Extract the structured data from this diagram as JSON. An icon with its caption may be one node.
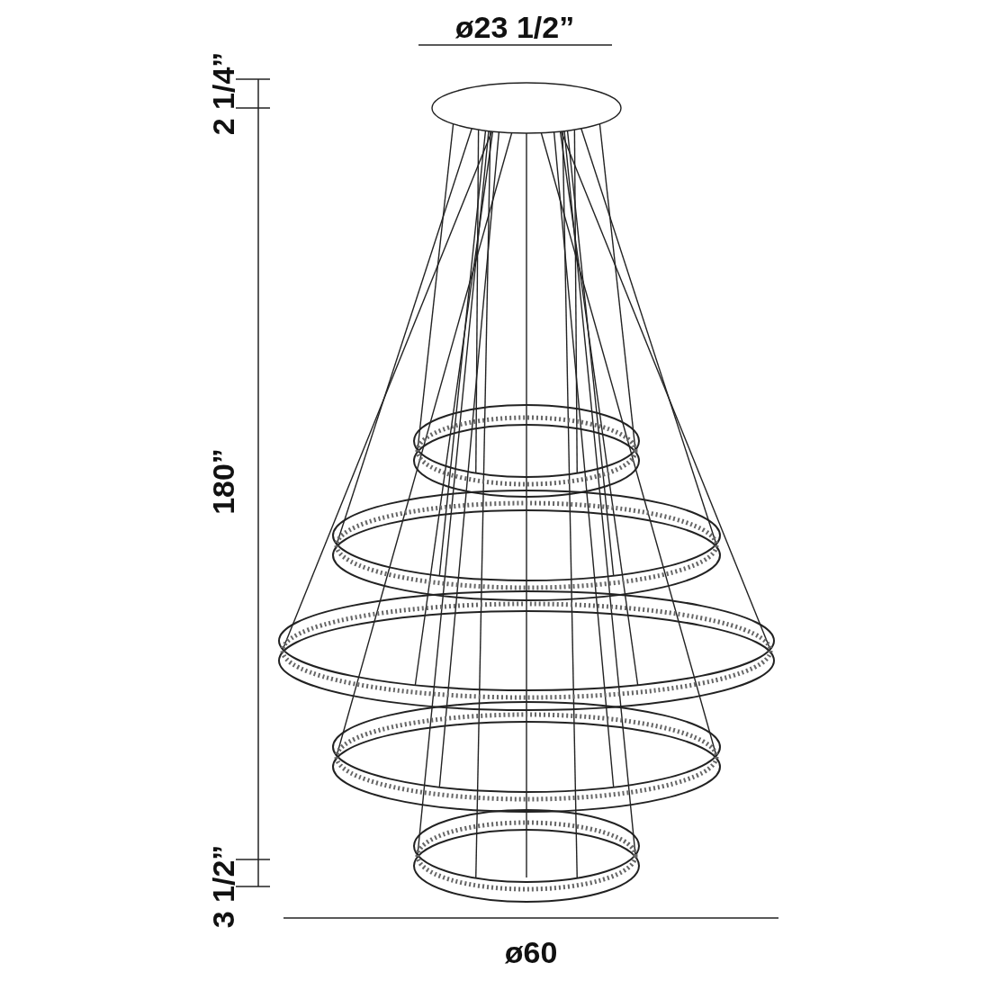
{
  "diagram": {
    "labels": [
      "ø23 1/2”",
      "2 1/4”",
      "180”",
      "3 1/2”",
      "ø60"
    ]
  }
}
